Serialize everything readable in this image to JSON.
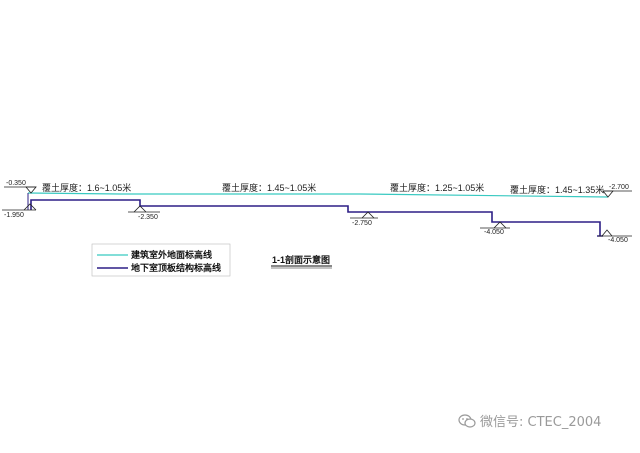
{
  "colors": {
    "ground_line": "#38c9c1",
    "slab_line": "#2d1f86",
    "ink": "#222222",
    "watermark": "#9a9a9a"
  },
  "elevations": {
    "e1": "-0.350",
    "e2": "-1.950",
    "e3": "-2.350",
    "e4": "-2.750",
    "e5": "-4.050",
    "e6": "-2.700",
    "e7": "-4.050"
  },
  "soil": {
    "s1": "覆土厚度：1.6~1.05米",
    "s2": "覆土厚度：1.45~1.05米",
    "s3": "覆土厚度：1.25~1.05米",
    "s4": "覆土厚度：1.45~1.35米"
  },
  "legend": {
    "ground": "建筑室外地面标高线",
    "slab": "地下室顶板结构标高线"
  },
  "title": "1-1剖面示意图",
  "watermark": "微信号: CTEC_2004"
}
